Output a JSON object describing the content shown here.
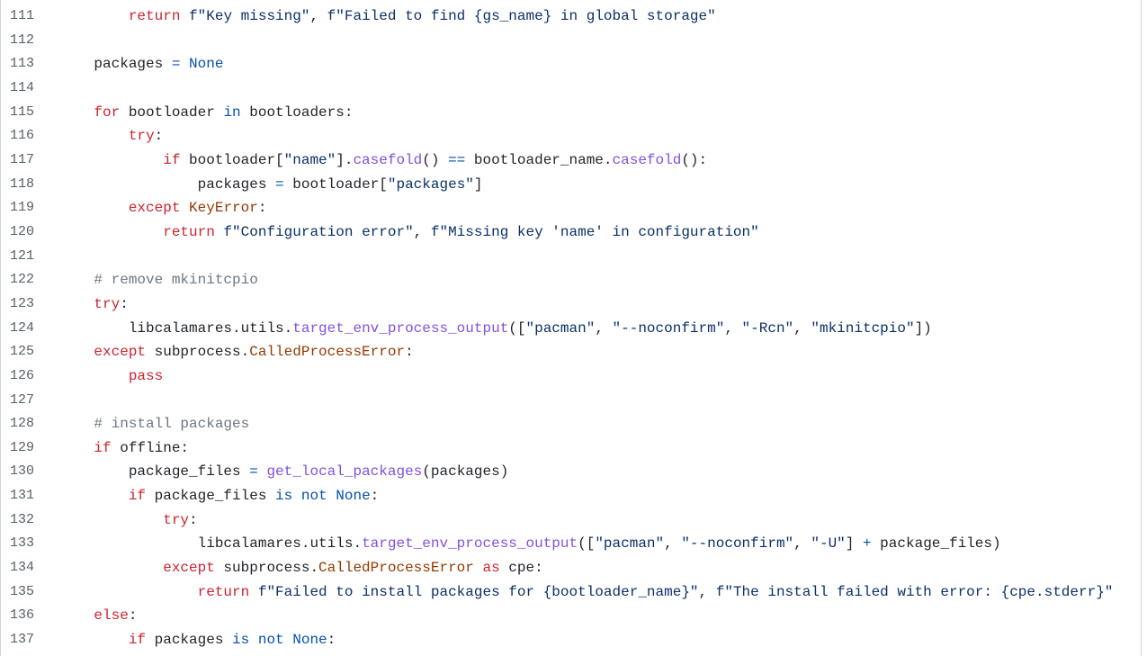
{
  "viewer": {
    "lines": [
      {
        "n": "111",
        "tokens": [
          [
            "t",
            "        "
          ],
          [
            "k",
            "return"
          ],
          [
            "t",
            " "
          ],
          [
            "s",
            "f\"Key missing\""
          ],
          [
            "t",
            ", "
          ],
          [
            "s",
            "f\"Failed to find {gs_name} in global storage\""
          ]
        ]
      },
      {
        "n": "112",
        "tokens": []
      },
      {
        "n": "113",
        "tokens": [
          [
            "t",
            "    packages "
          ],
          [
            "o",
            "="
          ],
          [
            "t",
            " "
          ],
          [
            "o",
            "None"
          ]
        ]
      },
      {
        "n": "114",
        "tokens": []
      },
      {
        "n": "115",
        "tokens": [
          [
            "t",
            "    "
          ],
          [
            "k",
            "for"
          ],
          [
            "t",
            " bootloader "
          ],
          [
            "o",
            "in"
          ],
          [
            "t",
            " bootloaders:"
          ]
        ]
      },
      {
        "n": "116",
        "tokens": [
          [
            "t",
            "        "
          ],
          [
            "k",
            "try"
          ],
          [
            "t",
            ":"
          ]
        ]
      },
      {
        "n": "117",
        "tokens": [
          [
            "t",
            "            "
          ],
          [
            "k",
            "if"
          ],
          [
            "t",
            " bootloader["
          ],
          [
            "s",
            "\"name\""
          ],
          [
            "t",
            "]."
          ],
          [
            "f",
            "casefold"
          ],
          [
            "t",
            "() "
          ],
          [
            "o",
            "=="
          ],
          [
            "t",
            " bootloader_name."
          ],
          [
            "f",
            "casefold"
          ],
          [
            "t",
            "():"
          ]
        ]
      },
      {
        "n": "118",
        "tokens": [
          [
            "t",
            "                packages "
          ],
          [
            "o",
            "="
          ],
          [
            "t",
            " bootloader["
          ],
          [
            "s",
            "\"packages\""
          ],
          [
            "t",
            "]"
          ]
        ]
      },
      {
        "n": "119",
        "tokens": [
          [
            "t",
            "        "
          ],
          [
            "k",
            "except"
          ],
          [
            "t",
            " "
          ],
          [
            "e",
            "KeyError"
          ],
          [
            "t",
            ":"
          ]
        ]
      },
      {
        "n": "120",
        "tokens": [
          [
            "t",
            "            "
          ],
          [
            "k",
            "return"
          ],
          [
            "t",
            " "
          ],
          [
            "s",
            "f\"Configuration error\""
          ],
          [
            "t",
            ", "
          ],
          [
            "s",
            "f\"Missing key 'name' in configuration\""
          ]
        ]
      },
      {
        "n": "121",
        "tokens": []
      },
      {
        "n": "122",
        "tokens": [
          [
            "t",
            "    "
          ],
          [
            "c",
            "# remove mkinitcpio"
          ]
        ]
      },
      {
        "n": "123",
        "tokens": [
          [
            "t",
            "    "
          ],
          [
            "k",
            "try"
          ],
          [
            "t",
            ":"
          ]
        ]
      },
      {
        "n": "124",
        "tokens": [
          [
            "t",
            "        libcalamares.utils."
          ],
          [
            "f",
            "target_env_process_output"
          ],
          [
            "t",
            "(["
          ],
          [
            "s",
            "\"pacman\""
          ],
          [
            "t",
            ", "
          ],
          [
            "s",
            "\"--noconfirm\""
          ],
          [
            "t",
            ", "
          ],
          [
            "s",
            "\"-Rcn\""
          ],
          [
            "t",
            ", "
          ],
          [
            "s",
            "\"mkinitcpio\""
          ],
          [
            "t",
            "])"
          ]
        ]
      },
      {
        "n": "125",
        "tokens": [
          [
            "t",
            "    "
          ],
          [
            "k",
            "except"
          ],
          [
            "t",
            " subprocess."
          ],
          [
            "e",
            "CalledProcessError"
          ],
          [
            "t",
            ":"
          ]
        ]
      },
      {
        "n": "126",
        "tokens": [
          [
            "t",
            "        "
          ],
          [
            "k",
            "pass"
          ]
        ]
      },
      {
        "n": "127",
        "tokens": []
      },
      {
        "n": "128",
        "tokens": [
          [
            "t",
            "    "
          ],
          [
            "c",
            "# install packages"
          ]
        ]
      },
      {
        "n": "129",
        "tokens": [
          [
            "t",
            "    "
          ],
          [
            "k",
            "if"
          ],
          [
            "t",
            " offline:"
          ]
        ]
      },
      {
        "n": "130",
        "tokens": [
          [
            "t",
            "        package_files "
          ],
          [
            "o",
            "="
          ],
          [
            "t",
            " "
          ],
          [
            "f",
            "get_local_packages"
          ],
          [
            "t",
            "(packages)"
          ]
        ]
      },
      {
        "n": "131",
        "tokens": [
          [
            "t",
            "        "
          ],
          [
            "k",
            "if"
          ],
          [
            "t",
            " package_files "
          ],
          [
            "o",
            "is not"
          ],
          [
            "t",
            " "
          ],
          [
            "o",
            "None"
          ],
          [
            "t",
            ":"
          ]
        ]
      },
      {
        "n": "132",
        "tokens": [
          [
            "t",
            "            "
          ],
          [
            "k",
            "try"
          ],
          [
            "t",
            ":"
          ]
        ]
      },
      {
        "n": "133",
        "tokens": [
          [
            "t",
            "                libcalamares.utils."
          ],
          [
            "f",
            "target_env_process_output"
          ],
          [
            "t",
            "(["
          ],
          [
            "s",
            "\"pacman\""
          ],
          [
            "t",
            ", "
          ],
          [
            "s",
            "\"--noconfirm\""
          ],
          [
            "t",
            ", "
          ],
          [
            "s",
            "\"-U\""
          ],
          [
            "t",
            "] "
          ],
          [
            "o",
            "+"
          ],
          [
            "t",
            " package_files)"
          ]
        ]
      },
      {
        "n": "134",
        "tokens": [
          [
            "t",
            "            "
          ],
          [
            "k",
            "except"
          ],
          [
            "t",
            " subprocess."
          ],
          [
            "e",
            "CalledProcessError"
          ],
          [
            "t",
            " "
          ],
          [
            "k",
            "as"
          ],
          [
            "t",
            " cpe:"
          ]
        ]
      },
      {
        "n": "135",
        "tokens": [
          [
            "t",
            "                "
          ],
          [
            "k",
            "return"
          ],
          [
            "t",
            " "
          ],
          [
            "s",
            "f\"Failed to install packages for {bootloader_name}\""
          ],
          [
            "t",
            ", "
          ],
          [
            "s",
            "f\"The install failed with error: {cpe.stderr}\""
          ]
        ]
      },
      {
        "n": "136",
        "tokens": [
          [
            "t",
            "    "
          ],
          [
            "k",
            "else"
          ],
          [
            "t",
            ":"
          ]
        ]
      },
      {
        "n": "137",
        "tokens": [
          [
            "t",
            "        "
          ],
          [
            "k",
            "if"
          ],
          [
            "t",
            " packages "
          ],
          [
            "o",
            "is not"
          ],
          [
            "t",
            " "
          ],
          [
            "o",
            "None"
          ],
          [
            "t",
            ":"
          ]
        ]
      }
    ]
  }
}
